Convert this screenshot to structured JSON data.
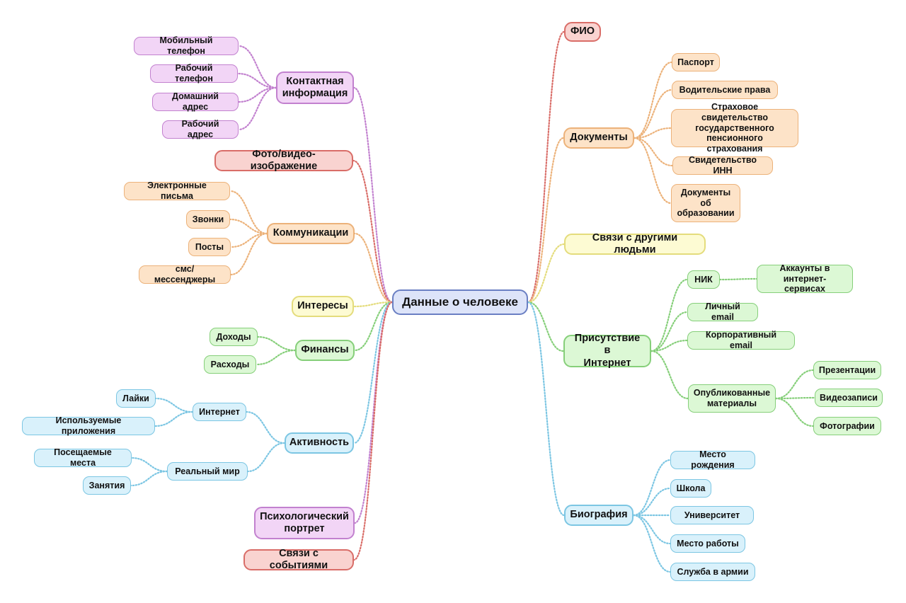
{
  "root": "Данные о человеке",
  "nodes": {
    "contact": "Контактная\nинформация",
    "mobile": "Мобильный телефон",
    "work_phone": "Рабочий телефон",
    "home_addr": "Домашний адрес",
    "work_addr": "Рабочий адрес",
    "photo": "Фото/видео-изображение",
    "comm": "Коммуникации",
    "emails": "Электронные письма",
    "calls": "Звонки",
    "posts": "Посты",
    "sms": "смс/мессенджеры",
    "interests": "Интересы",
    "finance": "Финансы",
    "income": "Доходы",
    "expenses": "Расходы",
    "activity": "Активность",
    "internet": "Интернет",
    "likes": "Лайки",
    "apps": "Используемые приложения",
    "real_world": "Реальный мир",
    "places": "Посещаемые места",
    "hobbies": "Занятия",
    "psych": "Психологический\nпортрет",
    "events": "Связи с событиями",
    "fio": "ФИО",
    "docs": "Документы",
    "passport": "Паспорт",
    "license": "Водительские права",
    "pension": "Страховое свидетельство\nгосударственного\nпенсионного страхования",
    "inn": "Свидетельство ИНН",
    "edu": "Документы\nоб\nобразовании",
    "people": "Связи с другими людьми",
    "presence": "Присутствие в\nИнтернет",
    "nick": "НИК",
    "accounts": "Аккаунты в\nинтернет-сервисах",
    "email_personal": "Личный email",
    "email_corp": "Корпоративный email",
    "published": "Опубликованные\nматериалы",
    "presentations": "Презентации",
    "videos": "Видеозаписи",
    "photos": "Фотографии",
    "bio": "Биография",
    "birthplace": "Место рождения",
    "school": "Школа",
    "university": "Университет",
    "workplace": "Место работы",
    "army": "Служба в армии"
  },
  "branch_colors": {
    "pink": "#d96d68",
    "orange": "#ecb27a",
    "yellow": "#e4dc7c",
    "green": "#86cf7a",
    "blue": "#7cc6e3",
    "purple": "#c281cf"
  }
}
